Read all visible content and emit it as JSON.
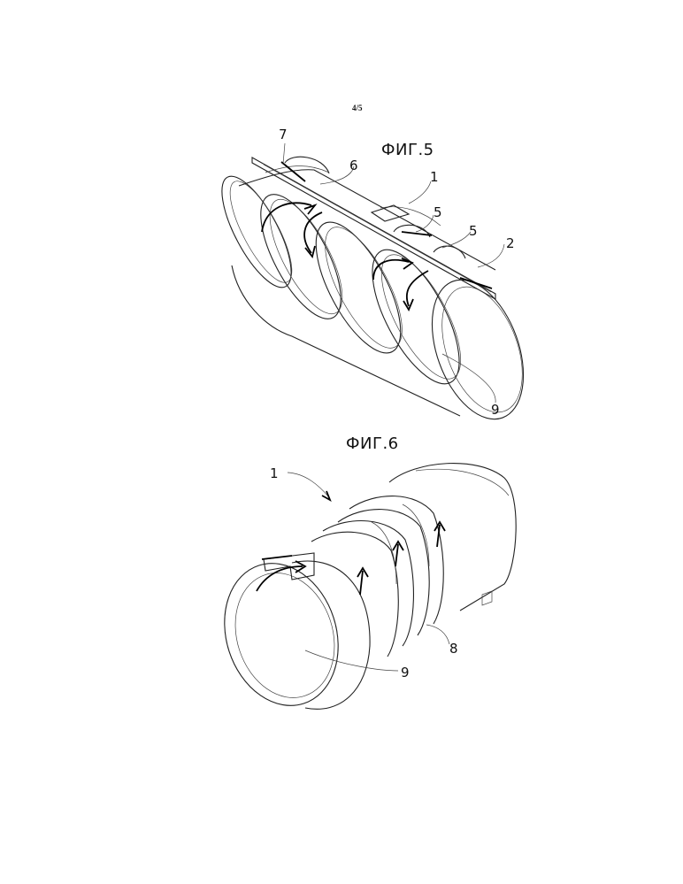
{
  "page_number": "4/5",
  "figures": [
    {
      "title": "ФИГ.5",
      "reference_numerals": [
        "7",
        "6",
        "1",
        "5",
        "5",
        "2",
        "9"
      ]
    },
    {
      "title": "ФИГ.6",
      "reference_numerals": [
        "1",
        "8",
        "9"
      ]
    }
  ]
}
